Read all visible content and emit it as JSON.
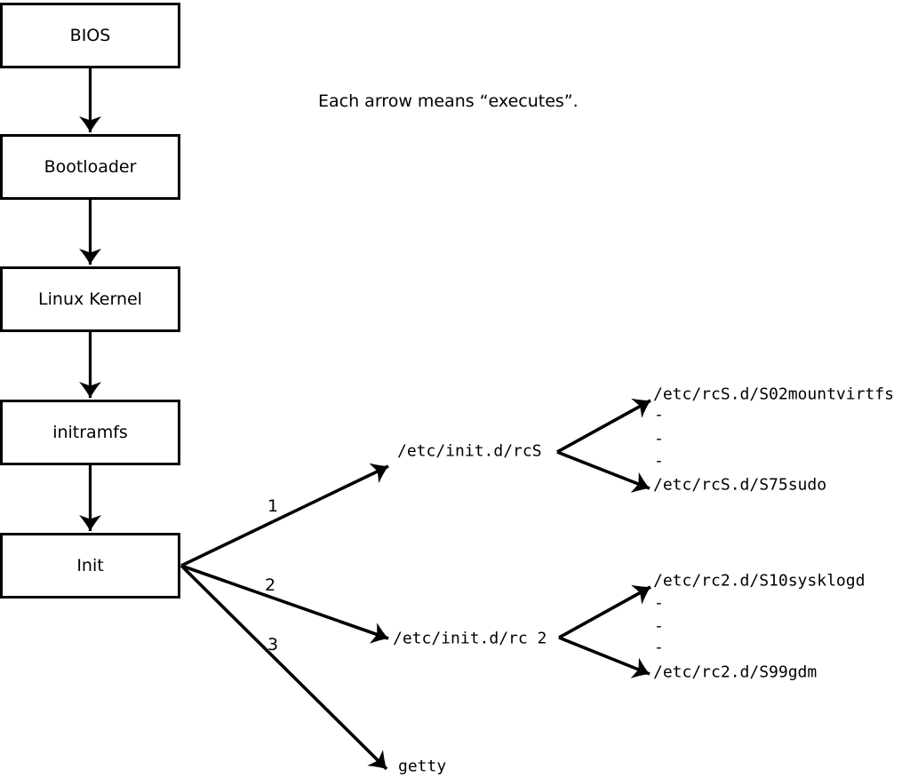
{
  "note": "Each arrow means “executes”.",
  "nodes": [
    {
      "label": "BIOS"
    },
    {
      "label": "Bootloader"
    },
    {
      "label": "Linux Kernel"
    },
    {
      "label": "initramfs"
    },
    {
      "label": "Init"
    }
  ],
  "init_branches": [
    {
      "number": "1",
      "target": "/etc/init.d/rcS"
    },
    {
      "number": "2",
      "target": "/etc/init.d/rc 2"
    },
    {
      "number": "3",
      "target": "getty"
    }
  ],
  "rcs_listing": {
    "first": "/etc/rcS.d/S02mountvirtfs",
    "gap": [
      "-",
      "-",
      "-"
    ],
    "last": "/etc/rcS.d/S75sudo"
  },
  "rc2_listing": {
    "first": "/etc/rc2.d/S10sysklogd",
    "gap": [
      "-",
      "-",
      "-"
    ],
    "last": "/etc/rc2.d/S99gdm"
  },
  "colors": {
    "ink": "#000000",
    "background": "#ffffff"
  }
}
